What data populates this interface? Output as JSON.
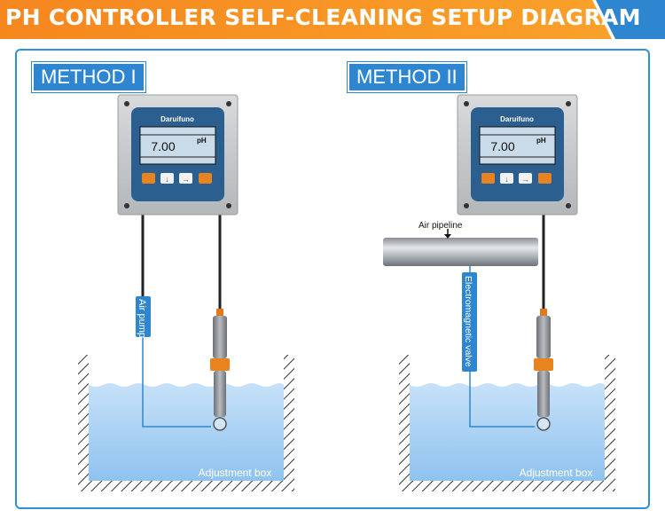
{
  "header": {
    "title": "PH CONTROLLER SELF-CLEANING SETUP DIAGRAM"
  },
  "methods": [
    {
      "label": "METHOD I",
      "controller": {
        "brand": "Daruifuno",
        "value": "7.00",
        "unit": "pH"
      },
      "line_label": "Air pump",
      "box_label": "Adjustment box"
    },
    {
      "label": "METHOD II",
      "controller": {
        "brand": "Daruifuno",
        "value": "7.00",
        "unit": "pH"
      },
      "pipe_label": "Air pipeline",
      "line_label": "Electromagnetic valve",
      "box_label": "Adjustment box"
    }
  ],
  "colors": {
    "header_orange": "#f7941d",
    "accent_blue": "#2e86d1",
    "water": "#9ecbf2",
    "frame": "#2f8fd8"
  }
}
